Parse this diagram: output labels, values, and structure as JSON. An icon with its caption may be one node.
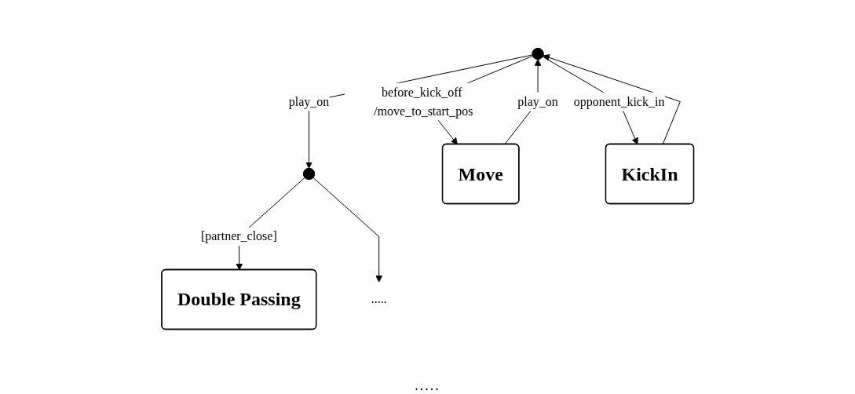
{
  "diagram": {
    "nodes": [
      {
        "text": [],
        "shape": "circle"
      },
      {
        "text": [],
        "shape": "circle"
      },
      {
        "text": [
          "Move"
        ]
      },
      {
        "text": [
          "KickIn"
        ]
      },
      {
        "text": [
          "Double Passing"
        ]
      },
      {
        "text": [
          "....."
        ]
      }
    ],
    "edges": [
      {
        "from": 0,
        "to": 2,
        "arrow": "to",
        "label": "before_kick_off /move_to_start_pos"
      },
      {
        "from": 2,
        "to": 0,
        "arrow": "to",
        "label": "play_on"
      },
      {
        "from": 0,
        "to": 3,
        "arrow": "to",
        "label": "opponent_kick_in"
      },
      {
        "from": 3,
        "to": 0,
        "arrow": "to"
      },
      {
        "from": 0,
        "to": 1,
        "arrow": "to",
        "label": "play_on"
      },
      {
        "from": 1,
        "to": 4,
        "arrow": "to",
        "label": "[partner_close]"
      },
      {
        "from": 1,
        "to": 5,
        "arrow": "to"
      }
    ],
    "labels": [
      "....."
    ]
  }
}
